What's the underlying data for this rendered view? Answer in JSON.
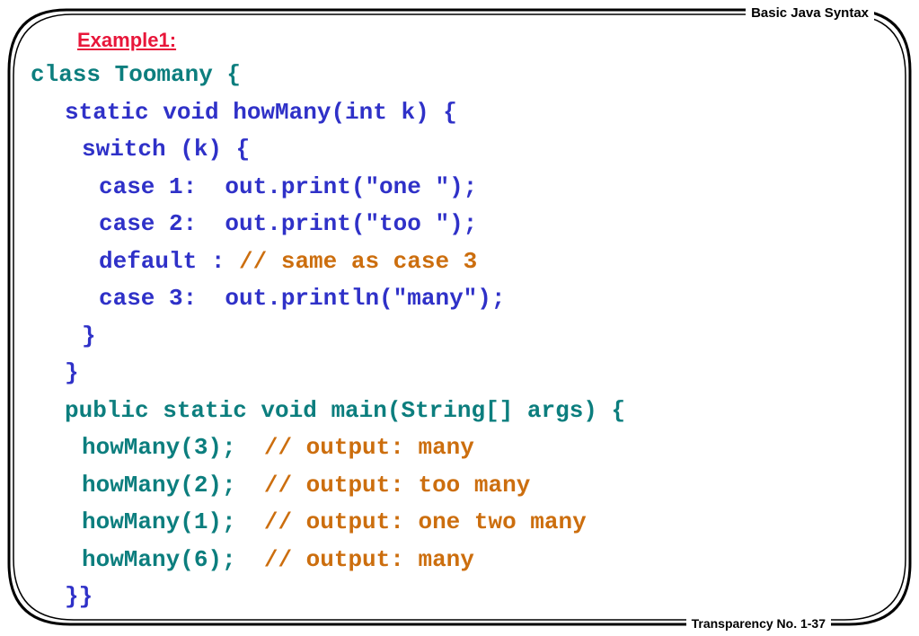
{
  "slide": {
    "header": "Basic Java Syntax",
    "footer": "Transparency No. 1-37",
    "example_label": "Example1:"
  },
  "code": {
    "class_decl": "class Toomany {",
    "method_decl": "static void howMany(int k) {",
    "switch_stmt": "switch (k) {",
    "case1": "case 1:  out.print(\"one \");",
    "case2": "case 2:  out.print(\"too \");",
    "default_label": "default : ",
    "default_comment": "// same as case 3",
    "case3": "case 3:  out.println(\"many\");",
    "close_switch": "}",
    "close_method": "}",
    "main_decl": "public static void main(String[] args) {",
    "call1": "howMany(3);  ",
    "call1_comment": "// output: many",
    "call2": "howMany(2);  ",
    "call2_comment": "// output: too many",
    "call3": "howMany(1);  ",
    "call3_comment": "// output: one two many",
    "call4": "howMany(6);  ",
    "call4_comment": "// output: many",
    "close_class": "}}"
  },
  "colors": {
    "teal": "#0c7e7e",
    "blue": "#2f31c8",
    "orange": "#cc6e0e",
    "red": "#e8163a"
  }
}
